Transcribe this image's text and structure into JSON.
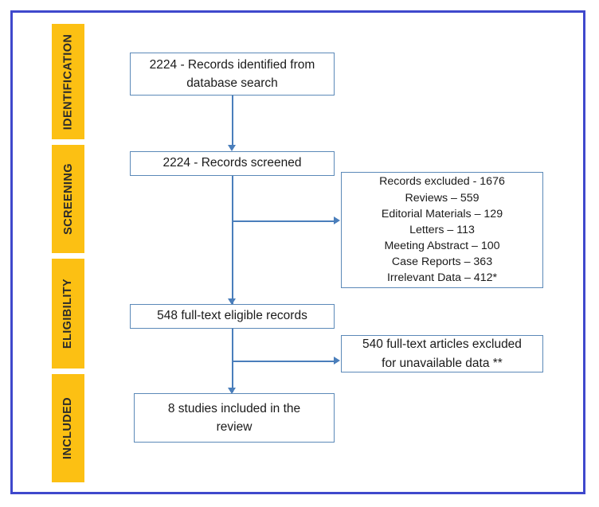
{
  "diagram": {
    "type": "prisma-flow-diagram",
    "frame_color": "#3f48cc",
    "stage_bar_color": "#fcc013",
    "box_border_color": "#5b89b8",
    "connector_color": "#4a7ebb",
    "stages": [
      {
        "id": "identification",
        "label": "IDENTIFICATION"
      },
      {
        "id": "screening",
        "label": "SCREENING"
      },
      {
        "id": "eligibility",
        "label": "ELIGIBILITY"
      },
      {
        "id": "included",
        "label": "INCLUDED"
      }
    ],
    "boxes": {
      "identified": {
        "line1": "2224 - Records identified from",
        "line2": "database search",
        "count": 2224
      },
      "screened": {
        "text": "2224 - Records screened",
        "count": 2224
      },
      "excluded_records": {
        "lines": [
          "Records excluded - 1676",
          "Reviews – 559",
          "Editorial Materials – 129",
          "Letters – 113",
          "Meeting Abstract – 100",
          "Case Reports – 363",
          "Irrelevant Data – 412*"
        ],
        "total": 1676
      },
      "eligible": {
        "text": "548 full-text eligible records",
        "count": 548
      },
      "excluded_fulltext": {
        "line1": "540 full-text articles excluded",
        "line2": "for unavailable data **",
        "count": 540
      },
      "included": {
        "line1": "8 studies included in the",
        "line2": "review",
        "count": 8
      }
    }
  }
}
